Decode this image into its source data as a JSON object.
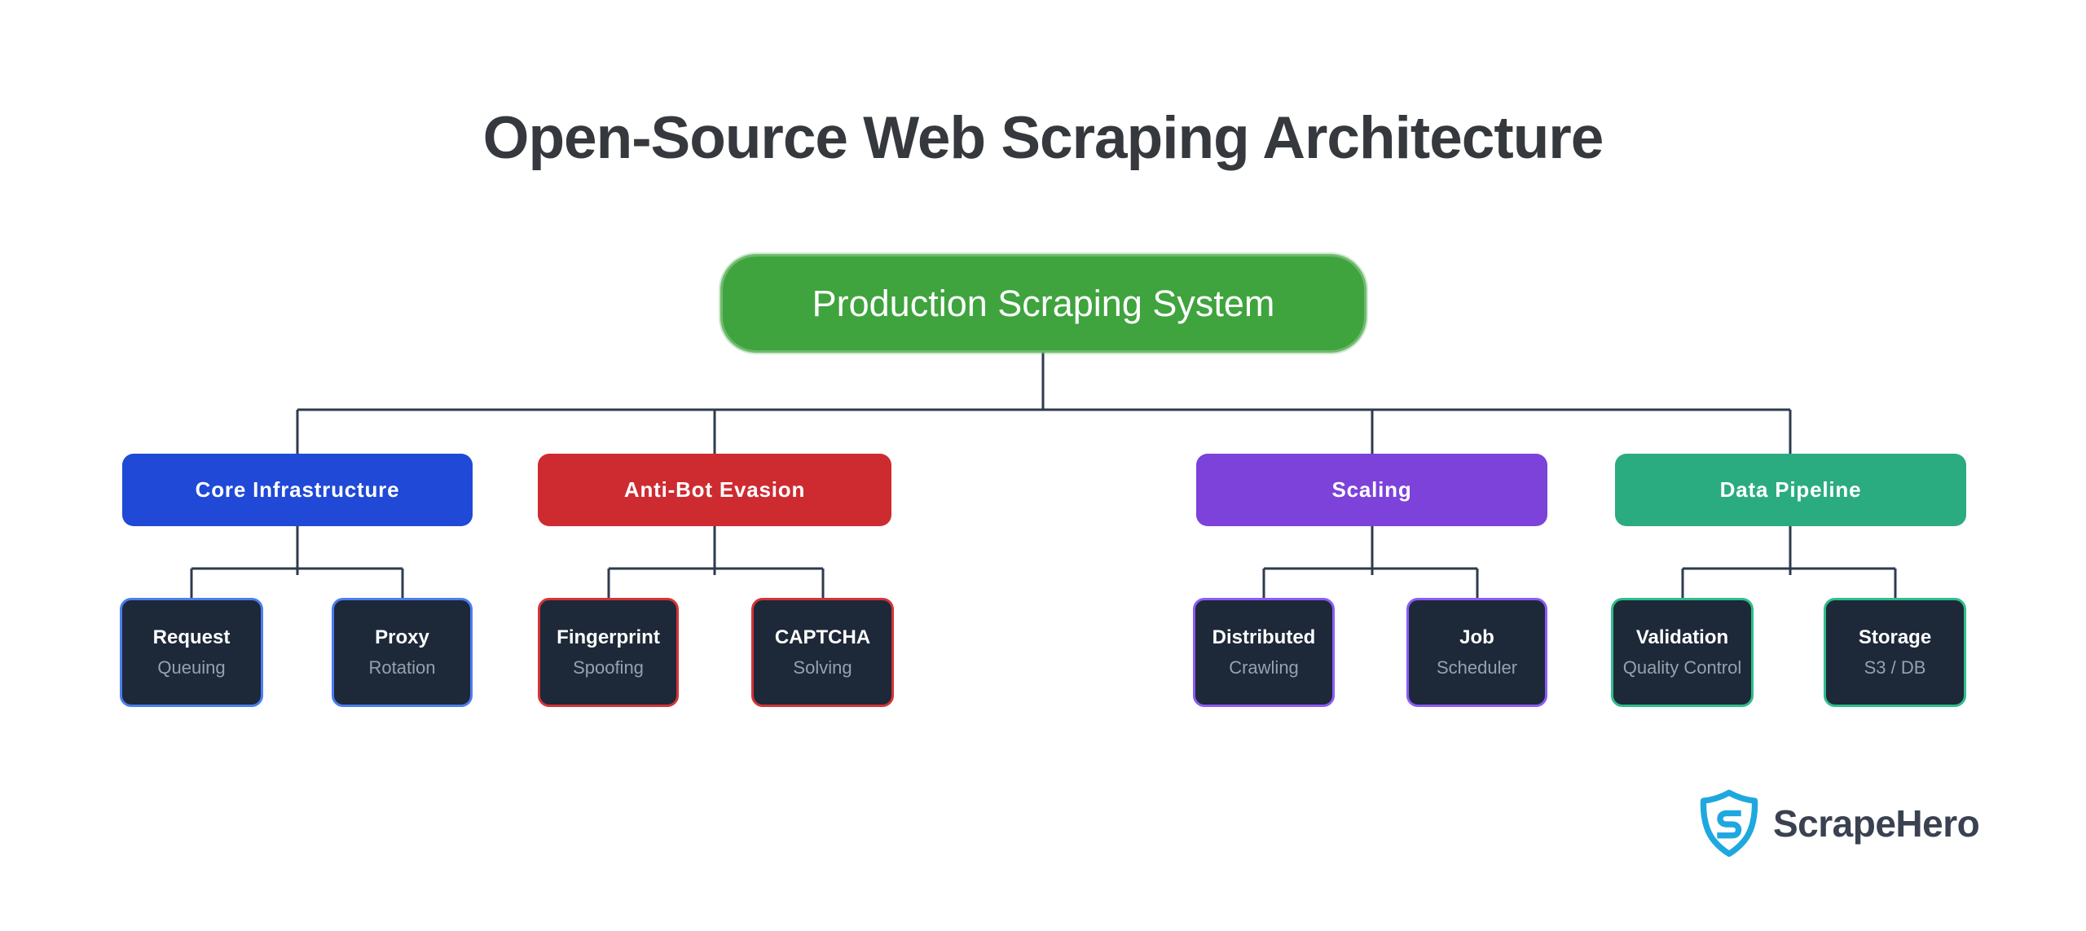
{
  "title": {
    "text": "Open-Source Web Scraping Architecture",
    "color": "#35393E"
  },
  "root": {
    "label": "Production Scraping System",
    "color": "#3FA33E"
  },
  "branches": [
    {
      "label": "Core Infrastructure",
      "color": "#1F49D6",
      "child_border": "#4A7DF0",
      "children": [
        {
          "title": "Request",
          "subtitle": "Queuing"
        },
        {
          "title": "Proxy",
          "subtitle": "Rotation"
        }
      ]
    },
    {
      "label": "Anti-Bot Evasion",
      "color": "#CE2B31",
      "child_border": "#D23438",
      "children": [
        {
          "title": "Fingerprint",
          "subtitle": "Spoofing"
        },
        {
          "title": "CAPTCHA",
          "subtitle": "Solving"
        }
      ]
    },
    {
      "label": "Scaling",
      "color": "#7C42DA",
      "child_border": "#8B5CF6",
      "children": [
        {
          "title": "Distributed",
          "subtitle": "Crawling"
        },
        {
          "title": "Job",
          "subtitle": "Scheduler"
        }
      ]
    },
    {
      "label": "Data Pipeline",
      "color": "#2BAC80",
      "child_border": "#2FBE8B",
      "children": [
        {
          "title": "Validation",
          "subtitle": "Quality Control"
        },
        {
          "title": "Storage",
          "subtitle": "S3 / DB"
        }
      ]
    }
  ],
  "node": {
    "bg": "#1D2838",
    "subtitle_color": "#97A1AE"
  },
  "connector_color": "#2E3B4E",
  "logo": {
    "text": "ScrapeHero",
    "shield_color": "#1FA8DF",
    "text_color": "#3A4150"
  }
}
